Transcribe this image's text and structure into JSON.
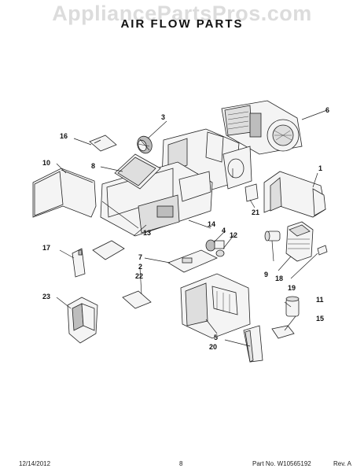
{
  "watermark": "AppliancePartsPros.com",
  "title": "AIR FLOW PARTS",
  "footer": {
    "date": "12/14/2012",
    "page": "8",
    "part_no": "Part No. W10565192",
    "rev": "Rev. A"
  },
  "callouts": [
    "1",
    "2",
    "3",
    "4",
    "5",
    "6",
    "7",
    "8",
    "9",
    "10",
    "11",
    "12",
    "13",
    "14",
    "15",
    "16",
    "17",
    "18",
    "19",
    "20",
    "21",
    "22",
    "23"
  ]
}
